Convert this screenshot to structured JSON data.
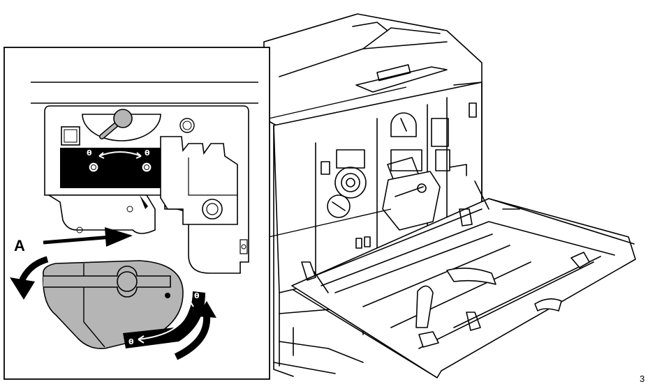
{
  "diagram": {
    "callout_label": "A",
    "figure_number": "3",
    "lock_symbol": "θ",
    "colors": {
      "line": "#000000",
      "fill_gray": "#b5b5b5",
      "background": "#ffffff"
    }
  }
}
